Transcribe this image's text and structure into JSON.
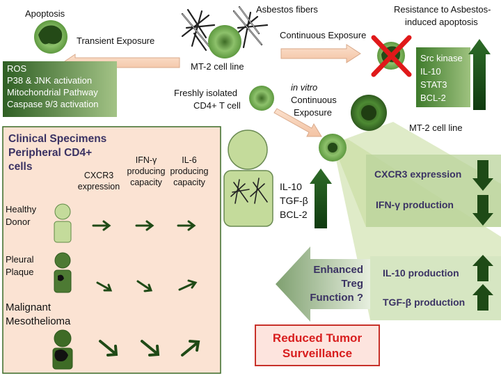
{
  "labels": {
    "apoptosis": "Apoptosis",
    "asbestos_fibers": "Asbestos fibers",
    "resistance_line1": "Resistance to Asbestos-",
    "resistance_line2": "induced  apoptosis",
    "transient": "Transient   Exposure",
    "continuous": "Continuous Exposure",
    "mt2_top": "MT-2 cell line",
    "mt2_right": "MT-2 cell line",
    "fresh_line1": "Freshly isolated",
    "fresh_line2": "CD4+ T cell",
    "invitro_line1": "in vitro",
    "invitro_line2": "Continuous",
    "invitro_line3": "Exposure"
  },
  "left_box_items": [
    "ROS",
    "P38  & JNK activation",
    "Mitochondrial Pathway",
    "Caspase 9/3 activation"
  ],
  "right_box_items": [
    "Src kinase",
    "IL-10",
    "STAT3",
    "BCL-2"
  ],
  "cd4_markers": [
    "IL-10",
    "TGF-β",
    "BCL-2"
  ],
  "clinical": {
    "title_line1": "Clinical Specimens",
    "title_line2": "Peripheral CD4+",
    "title_line3": "cells",
    "columns": [
      {
        "line1": "CXCR3",
        "line2": "expression"
      },
      {
        "line1": "IFN-γ",
        "line2": "producing",
        "line3": "capacity"
      },
      {
        "line1": "IL-6",
        "line2": "producing",
        "line3": "capacity"
      }
    ],
    "rows": [
      {
        "label_line1": "Healthy",
        "label_line2": "Donor"
      },
      {
        "label_line1": "Pleural",
        "label_line2": "Plaque"
      },
      {
        "label_line1": "Malignant",
        "label_line2": "Mesothelioma"
      }
    ]
  },
  "panels": {
    "cxcr3": "CXCR3 expression",
    "ifn": "IFN-γ production",
    "il10": "IL-10 production",
    "tgf": "TGF-β production"
  },
  "treg": {
    "line1": "Enhanced",
    "line2": "Treg",
    "line3": "Function ?"
  },
  "reduced": {
    "line1": "Reduced Tumor",
    "line2": "Surveillance"
  },
  "colors": {
    "dark_green": "#2f5a1f",
    "light_green": "#c4db9b",
    "peach": "#fbe3d3",
    "accent_red": "#d81e1e",
    "title_purple": "#3a3263"
  }
}
